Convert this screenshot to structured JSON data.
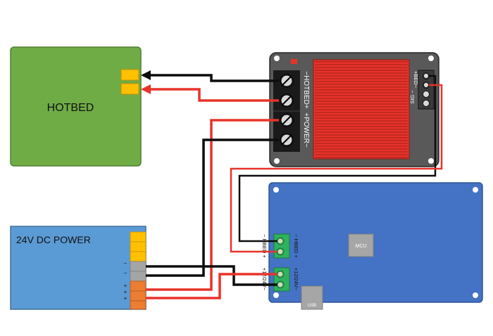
{
  "hotbed": {
    "label": "HOTBED",
    "fill": "#6fac46",
    "stroke": "#507f33"
  },
  "power_supply": {
    "label": "24V DC POWER",
    "fill": "#5b9bd5",
    "stroke": "#41719c",
    "polarity_signs": [
      "−",
      "−",
      "+",
      "+",
      "+"
    ]
  },
  "mosfet": {
    "fill": "#595959",
    "heatsink_fill": "#e8332a",
    "label_hotbed": "−HOTBED+",
    "label_power": "+POWER−",
    "label_signal_left": "SIG −",
    "label_signal_right": "+BED−"
  },
  "mainboard": {
    "fill": "#4472c4",
    "mcu_label": "MCU",
    "usb_label": "USB",
    "heatbed_label": "− HBED +",
    "heatbed_label_mirror": "− HBED +",
    "power_label": "+12/24V−",
    "power_label_mirror": "+12/24V−"
  },
  "colors": {
    "wire_red": "#e8332a",
    "wire_black": "#0d0d0d",
    "terminal_yellow": "#ffc000",
    "terminal_orange": "#ed7d31",
    "terminal_gray": "#a5a5a5",
    "connector_green": "#2eb25e"
  }
}
